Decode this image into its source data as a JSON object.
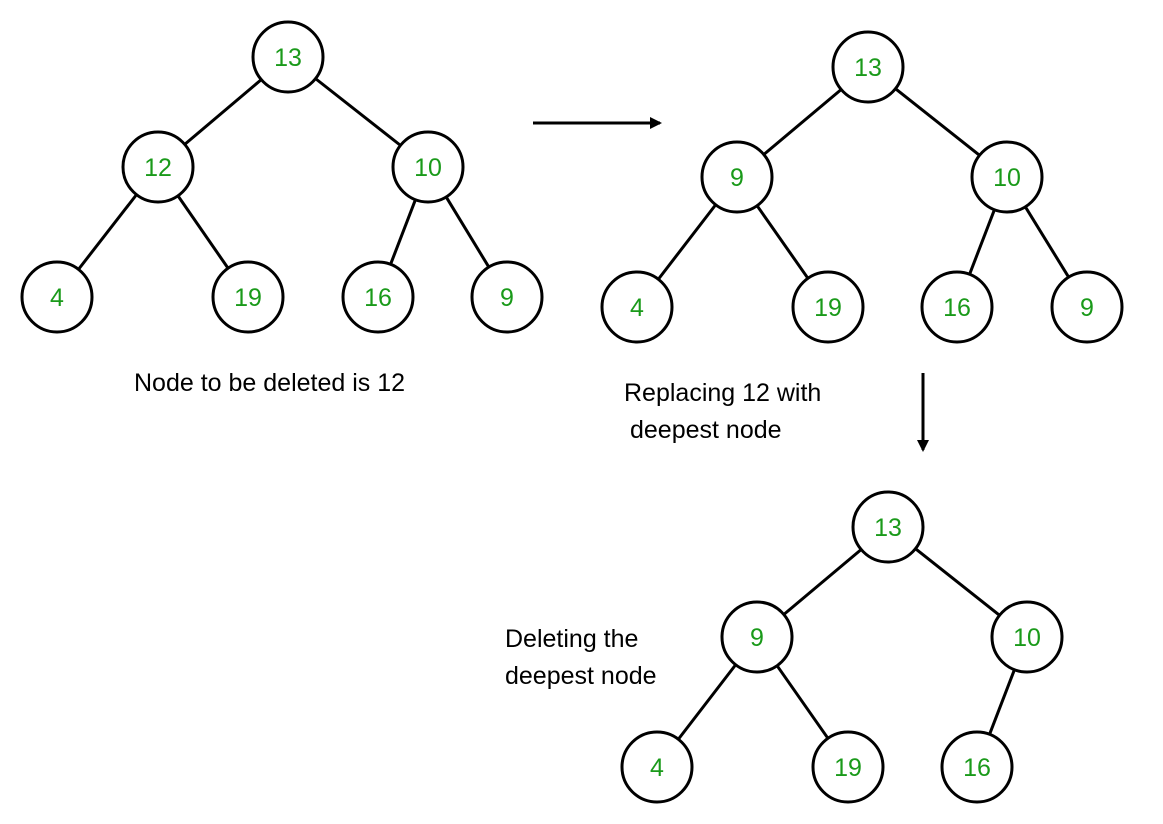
{
  "colors": {
    "node_text": "#1a9a1a",
    "stroke": "#000000",
    "caption_text": "#000000"
  },
  "captions": {
    "node_to_delete": "Node to be deleted is 12",
    "replacing_line1": "Replacing 12 with",
    "replacing_line2": "deepest node",
    "deleting_line1": "Deleting the",
    "deleting_line2": "deepest node"
  },
  "trees": [
    {
      "id": "original",
      "nodes": [
        "13",
        "12",
        "10",
        "4",
        "19",
        "16",
        "9"
      ]
    },
    {
      "id": "replaced",
      "nodes": [
        "13",
        "9",
        "10",
        "4",
        "19",
        "16",
        "9"
      ]
    },
    {
      "id": "final",
      "nodes": [
        "13",
        "9",
        "10",
        "4",
        "19",
        "16"
      ]
    }
  ]
}
